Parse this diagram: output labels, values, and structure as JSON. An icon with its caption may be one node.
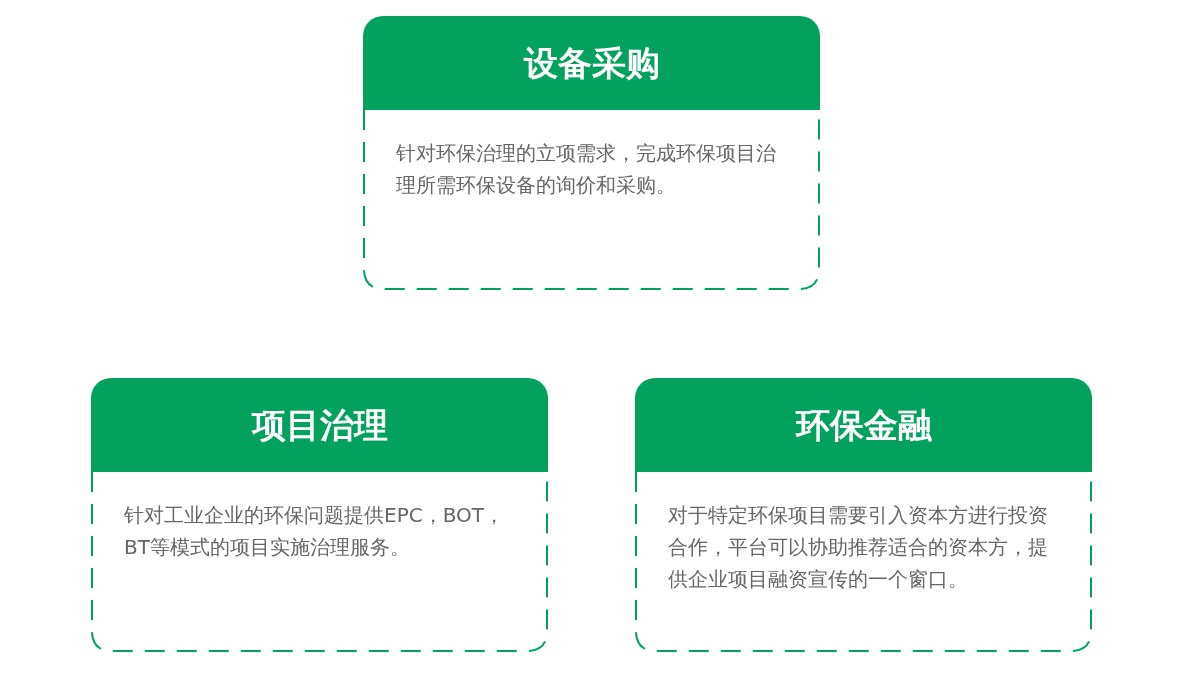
{
  "diagram": {
    "nodes": [
      {
        "text": [
          "设备采购",
          "针对环保治理的立项需求，完成环保项目治理所需环保设备的询价和采购。"
        ]
      },
      {
        "text": [
          "项目治理",
          "针对工业企业的环保问题提供EPC，BOT，BT等模式的项目实施治理服务。"
        ]
      },
      {
        "text": [
          "环保金融",
          "对于特定环保项目需要引入资本方进行投资合作，平台可以协助推荐适合的资本方，提供企业项目融资宣传的一个窗口。"
        ]
      }
    ]
  }
}
